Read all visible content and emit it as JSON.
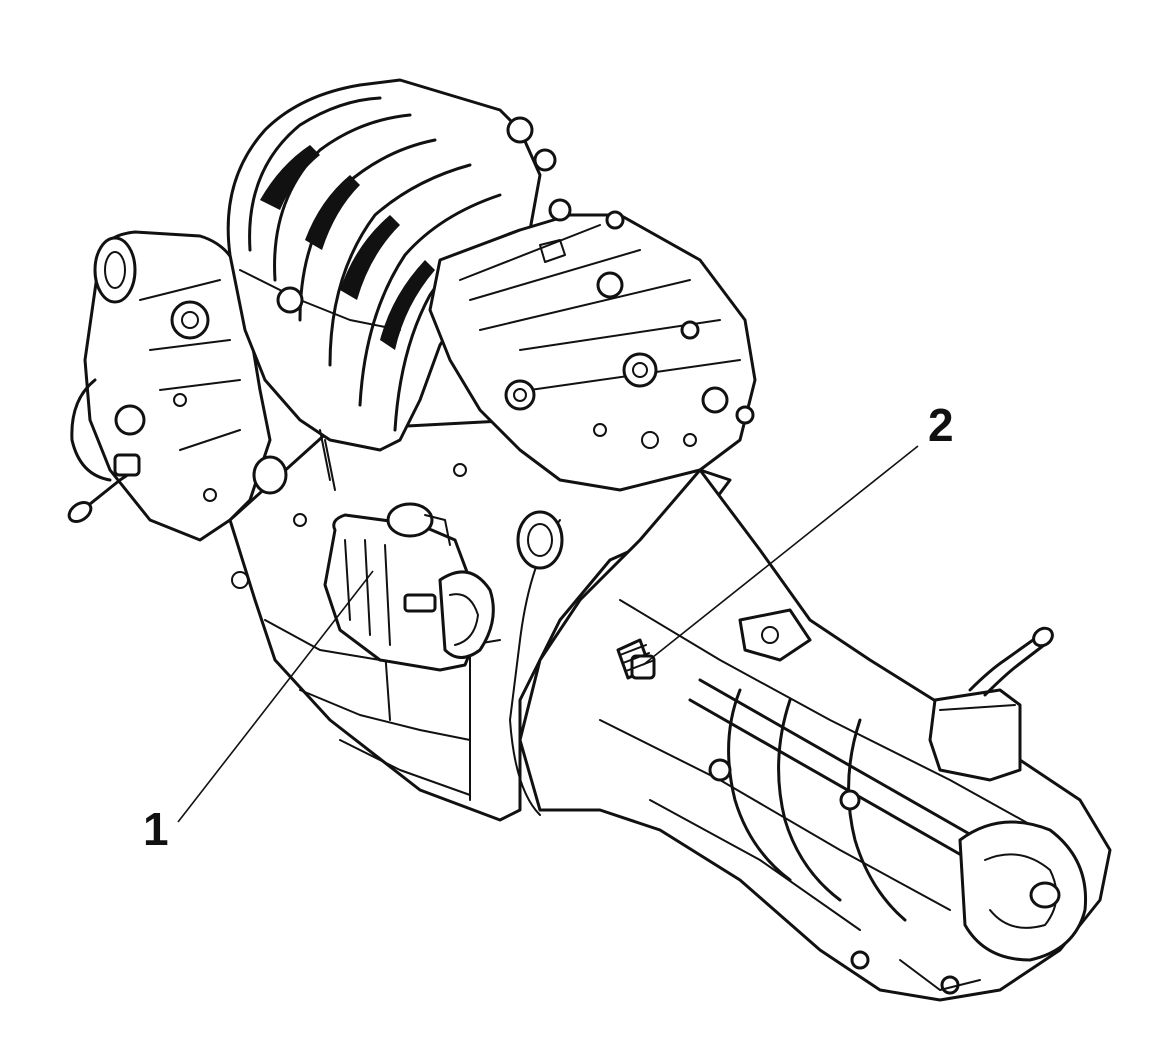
{
  "callouts": [
    {
      "id": "1",
      "label": "1"
    },
    {
      "id": "2",
      "label": "2"
    }
  ],
  "colors": {
    "ink": "#111111",
    "background": "#ffffff"
  }
}
